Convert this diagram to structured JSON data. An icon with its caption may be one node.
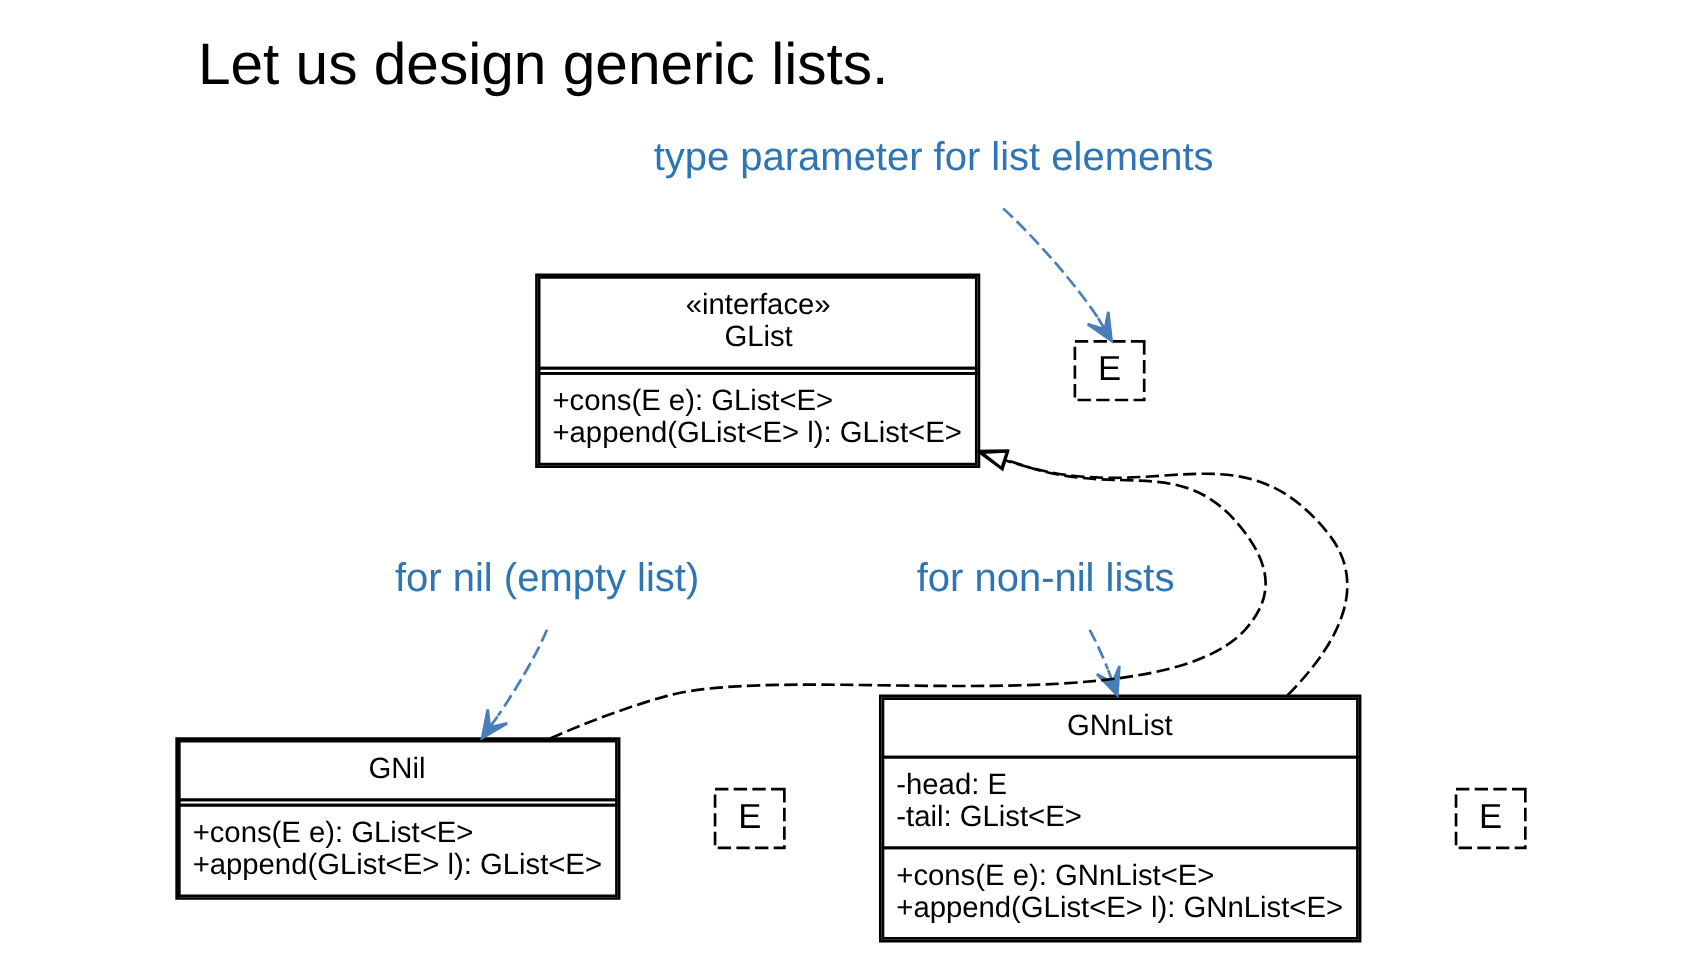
{
  "diagram": {
    "title": "Let us design generic lists.",
    "nodes": [
      {
        "text": [
          "type parameter for list elements"
        ]
      },
      {
        "text": [
          "E"
        ]
      },
      {
        "text": [
          "«interface»",
          "GList",
          "+cons(E e): GList<E>",
          "+append(GList<E> l): GList<E>"
        ]
      },
      {
        "text": [
          "for nil (empty list)"
        ]
      },
      {
        "text": [
          "for non-nil lists"
        ]
      },
      {
        "text": [
          "E"
        ]
      },
      {
        "text": [
          "GNil",
          "+cons(E e): GList<E>",
          "+append(GList<E> l): GList<E>"
        ]
      },
      {
        "text": [
          "E"
        ]
      },
      {
        "text": [
          "GNnList",
          "-head: E",
          "-tail: GList<E>",
          "+cons(E e): GNnList<E>",
          "+append(GList<E> l): GNnList<E>"
        ]
      }
    ],
    "edges": [
      {
        "from": 0,
        "to": 1,
        "arrow": "to",
        "style": "dashed",
        "color": "#4a7ebb"
      },
      {
        "from": 6,
        "to": 2,
        "arrow": "to",
        "style": "dashed",
        "color": "#000000"
      },
      {
        "from": 8,
        "to": 2,
        "arrow": "to",
        "style": "dashed",
        "color": "#000000"
      },
      {
        "from": 3,
        "to": 6,
        "arrow": "to",
        "style": "dashed",
        "color": "#4a7ebb"
      },
      {
        "from": 4,
        "to": 8,
        "arrow": "to",
        "style": "dashed",
        "color": "#4a7ebb"
      }
    ]
  }
}
